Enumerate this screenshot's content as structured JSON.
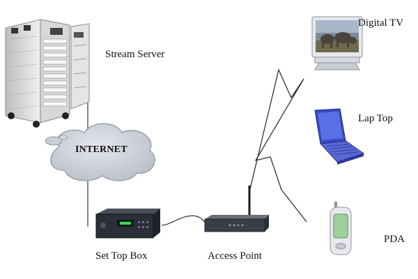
{
  "diagram": {
    "nodes": {
      "server": {
        "label": "Stream Server",
        "icon": "server-icon"
      },
      "internet": {
        "label": "INTERNET",
        "icon": "cloud-icon"
      },
      "settop": {
        "label": "Set Top Box",
        "icon": "set-top-box-icon"
      },
      "access_point": {
        "label": "Access Point",
        "icon": "access-point-icon"
      },
      "tv": {
        "label": "Digital TV",
        "icon": "tv-icon"
      },
      "laptop": {
        "label": "Lap Top",
        "icon": "laptop-icon"
      },
      "pda": {
        "label": "PDA",
        "icon": "pda-icon"
      }
    },
    "colors": {
      "cloud": "#c9ced6",
      "server_body": "#e6e6e6",
      "device_dark": "#2b2f3a",
      "laptop_blue": "#3d4fc9",
      "pda_green": "#9fd19a"
    }
  }
}
